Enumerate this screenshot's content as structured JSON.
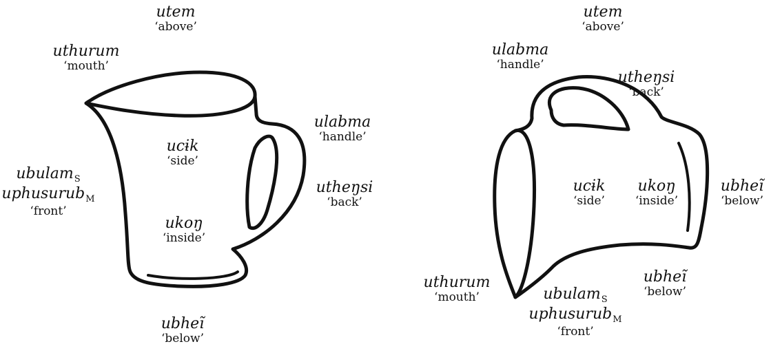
{
  "left_jug": {
    "top": {
      "term": "utem",
      "gloss": "‘above’"
    },
    "mouth": {
      "term": "uthurum",
      "gloss": "‘mouth’"
    },
    "handle": {
      "term": "ulabma",
      "gloss": "‘handle’"
    },
    "side": {
      "term": "ucɨk",
      "gloss": "‘side’"
    },
    "back": {
      "term": "utheŋsi",
      "gloss": "‘back’"
    },
    "front": {
      "term1": "ubulam",
      "sub1": "S",
      "term2": "uphusurub",
      "sub2": "M",
      "gloss": "‘front’"
    },
    "inside": {
      "term": "ukoŋ",
      "gloss": "‘inside’"
    },
    "below": {
      "term": "ubheĩ",
      "gloss": "‘below’"
    }
  },
  "right_jug": {
    "top": {
      "term": "utem",
      "gloss": "‘above’"
    },
    "handle": {
      "term": "ulabma",
      "gloss": "‘handle’"
    },
    "back": {
      "term": "utheŋsi",
      "gloss": "‘back’"
    },
    "side": {
      "term": "ucɨk",
      "gloss": "‘side’"
    },
    "inside": {
      "term": "ukoŋ",
      "gloss": "‘inside’"
    },
    "below_side": {
      "term": "ubheĩ",
      "gloss": "‘below’"
    },
    "mouth": {
      "term": "uthurum",
      "gloss": "‘mouth’"
    },
    "front": {
      "term1": "ubulam",
      "sub1": "S",
      "term2": "uphusurub",
      "sub2": "M",
      "gloss": "‘front’"
    },
    "below_bottom": {
      "term": "ubheĩ",
      "gloss": "‘below’"
    }
  }
}
